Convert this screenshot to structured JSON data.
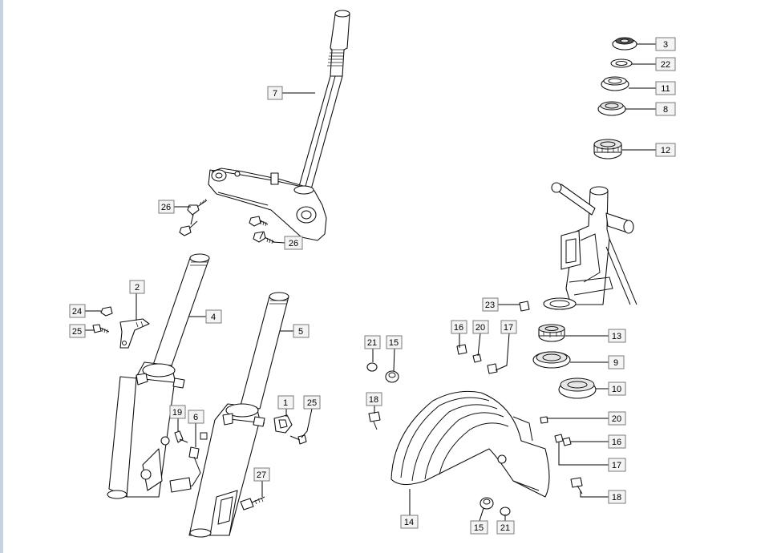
{
  "callouts": [
    {
      "id": "c7",
      "text": "7"
    },
    {
      "id": "c3",
      "text": "3"
    },
    {
      "id": "c22",
      "text": "22"
    },
    {
      "id": "c11",
      "text": "11"
    },
    {
      "id": "c8",
      "text": "8"
    },
    {
      "id": "c12",
      "text": "12"
    },
    {
      "id": "c26a",
      "text": "26"
    },
    {
      "id": "c26b",
      "text": "26"
    },
    {
      "id": "c2",
      "text": "2"
    },
    {
      "id": "c24",
      "text": "24"
    },
    {
      "id": "c4",
      "text": "4"
    },
    {
      "id": "c25a",
      "text": "25"
    },
    {
      "id": "c5",
      "text": "5"
    },
    {
      "id": "c23",
      "text": "23"
    },
    {
      "id": "c13",
      "text": "13"
    },
    {
      "id": "c16a",
      "text": "16"
    },
    {
      "id": "c20a",
      "text": "20"
    },
    {
      "id": "c17a",
      "text": "17"
    },
    {
      "id": "c21a",
      "text": "21"
    },
    {
      "id": "c15a",
      "text": "15"
    },
    {
      "id": "c9",
      "text": "9"
    },
    {
      "id": "c10",
      "text": "10"
    },
    {
      "id": "c18a",
      "text": "18"
    },
    {
      "id": "c1",
      "text": "1"
    },
    {
      "id": "c25b",
      "text": "25"
    },
    {
      "id": "c19",
      "text": "19"
    },
    {
      "id": "c6",
      "text": "6"
    },
    {
      "id": "c20b",
      "text": "20"
    },
    {
      "id": "c16b",
      "text": "16"
    },
    {
      "id": "c17b",
      "text": "17"
    },
    {
      "id": "c27",
      "text": "27"
    },
    {
      "id": "c18b",
      "text": "18"
    },
    {
      "id": "c14",
      "text": "14"
    },
    {
      "id": "c15b",
      "text": "15"
    },
    {
      "id": "c21b",
      "text": "21"
    }
  ]
}
